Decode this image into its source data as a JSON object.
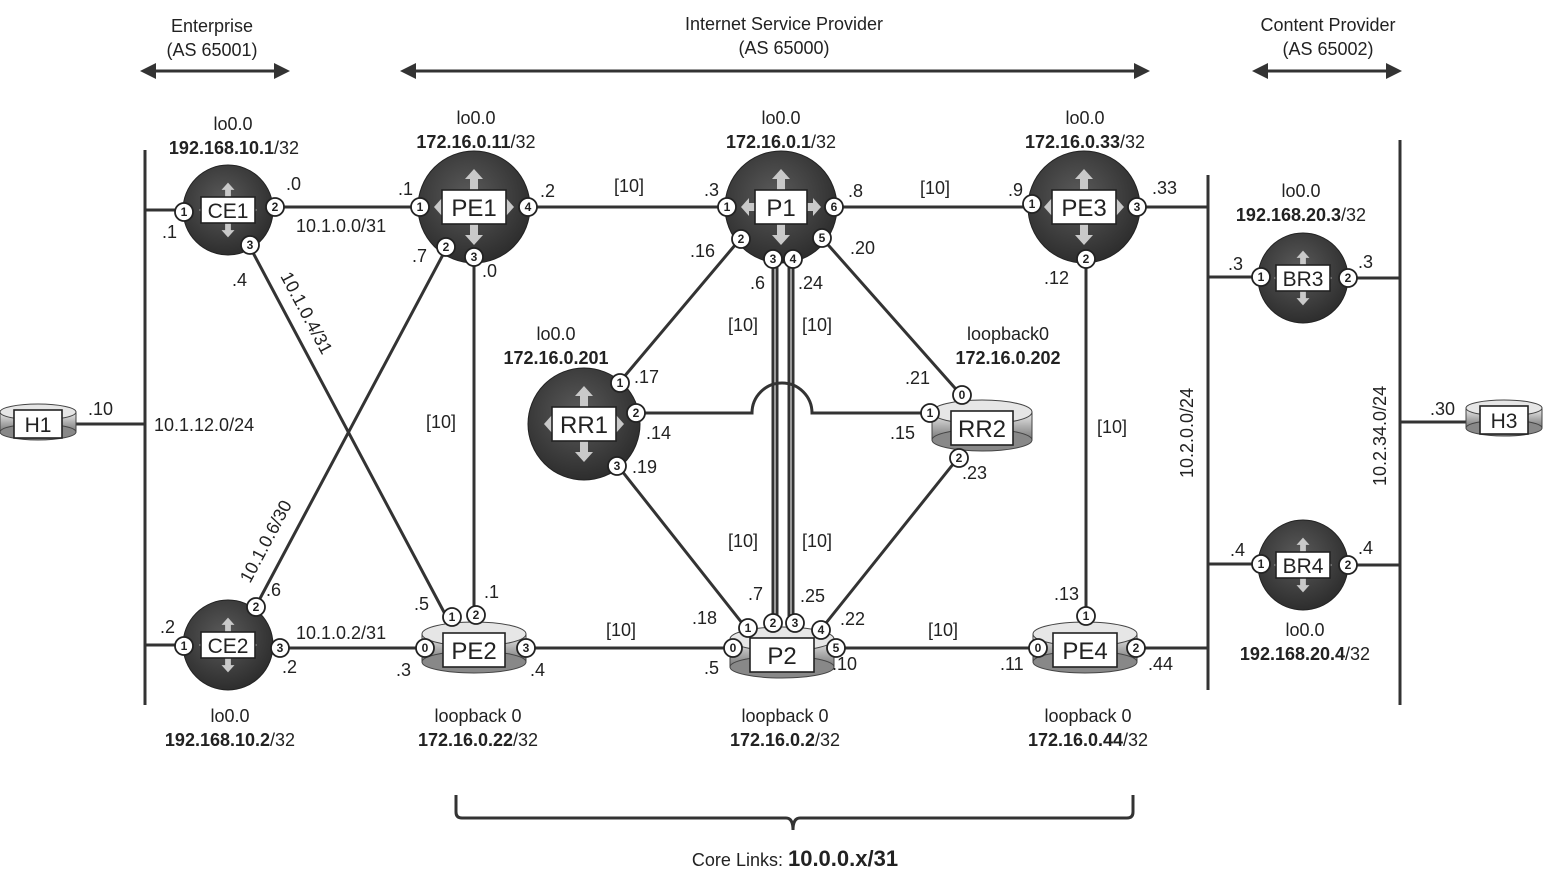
{
  "domains": {
    "enterprise": {
      "name": "Enterprise",
      "as": "(AS 65001)"
    },
    "isp": {
      "name": "Internet Service Provider",
      "as": "(AS 65000)"
    },
    "content": {
      "name": "Content Provider",
      "as": "(AS 65002)"
    }
  },
  "nodes": {
    "CE1": {
      "name": "CE1",
      "lo_pre": "lo0.0",
      "lo_ip": "192.168.10.1",
      "lo_mask": "/32"
    },
    "CE2": {
      "name": "CE2",
      "lo_pre": "lo0.0",
      "lo_ip": "192.168.10.2",
      "lo_mask": "/32"
    },
    "PE1": {
      "name": "PE1",
      "lo_pre": "lo0.0",
      "lo_ip": "172.16.0.11",
      "lo_mask": "/32"
    },
    "PE2": {
      "name": "PE2",
      "lo_pre": "loopback 0",
      "lo_ip": "172.16.0.22",
      "lo_mask": "/32"
    },
    "P1": {
      "name": "P1",
      "lo_pre": "lo0.0",
      "lo_ip": "172.16.0.1",
      "lo_mask": "/32"
    },
    "P2": {
      "name": "P2",
      "lo_pre": "loopback 0",
      "lo_ip": "172.16.0.2",
      "lo_mask": "/32"
    },
    "PE3": {
      "name": "PE3",
      "lo_pre": "lo0.0",
      "lo_ip": "172.16.0.33",
      "lo_mask": "/32"
    },
    "PE4": {
      "name": "PE4",
      "lo_pre": "loopback 0",
      "lo_ip": "172.16.0.44",
      "lo_mask": "/32"
    },
    "RR1": {
      "name": "RR1",
      "lo_pre": "lo0.0",
      "lo_ip": "172.16.0.201"
    },
    "RR2": {
      "name": "RR2",
      "lo_pre": "loopback0",
      "lo_ip": "172.16.0.202"
    },
    "BR3": {
      "name": "BR3",
      "lo_pre": "lo0.0",
      "lo_ip": "192.168.20.3",
      "lo_mask": "/32"
    },
    "BR4": {
      "name": "BR4",
      "lo_pre": "lo0.0",
      "lo_ip": "192.168.20.4",
      "lo_mask": "/32"
    },
    "H1": {
      "name": "H1"
    },
    "H3": {
      "name": "H3"
    }
  },
  "ports": {
    "ce1_1": "1",
    "ce1_2": "2",
    "ce1_3": "3",
    "ce2_1": "1",
    "ce2_2": "2",
    "ce2_3": "3",
    "pe1_1": "1",
    "pe1_2": "2",
    "pe1_3": "3",
    "pe1_4": "4",
    "pe2_0": "0",
    "pe2_1": "1",
    "pe2_2": "2",
    "pe2_3": "3",
    "p1_1": "1",
    "p1_2": "2",
    "p1_3": "3",
    "p1_4": "4",
    "p1_5": "5",
    "p1_6": "6",
    "p2_0": "0",
    "p2_1": "1",
    "p2_2": "2",
    "p2_3": "3",
    "p2_4": "4",
    "p2_5": "5",
    "pe3_1": "1",
    "pe3_2": "2",
    "pe3_3": "3",
    "pe4_0": "0",
    "pe4_1": "1",
    "pe4_2": "2",
    "rr1_1": "1",
    "rr1_2": "2",
    "rr1_3": "3",
    "rr2_0": "0",
    "rr2_1": "1",
    "rr2_2": "2",
    "br3_1": "1",
    "br3_2": "2",
    "br4_1": "1",
    "br4_2": "2"
  },
  "subnets": {
    "ce1_pe1": "10.1.0.0/31",
    "ce1_pe2": "10.1.0.4/31",
    "ce2_pe1": "10.1.0.6/30",
    "ce2_pe2": "10.1.0.2/31",
    "enterprise_lan": "10.1.12.0/24",
    "isp_cp_lan": "10.2.0.0/24",
    "cp_lan": "10.2.34.0/24"
  },
  "metrics": {
    "pe1_p1": "[10]",
    "p1_pe3": "[10]",
    "pe2_p2": "[10]",
    "p2_pe4": "[10]",
    "pe1_pe2": "[10]",
    "pe3_pe4": "[10]",
    "p1_p2_a_top": "[10]",
    "p1_p2_b_top": "[10]",
    "p1_p2_a_bot": "[10]",
    "p1_p2_b_bot": "[10]"
  },
  "addresses": {
    "ce1_0": ".0",
    "ce1_1": ".1",
    "ce1_4": ".4",
    "pe1_1": ".1",
    "pe1_7": ".7",
    "pe1_0": ".0",
    "pe1_2": ".2",
    "p1_3": ".3",
    "p1_16": ".16",
    "p1_6": ".6",
    "p1_24": ".24",
    "p1_8": ".8",
    "p1_20": ".20",
    "pe3_9": ".9",
    "pe3_33": ".33",
    "pe3_12": ".12",
    "rr1_17": ".17",
    "rr1_14": ".14",
    "rr1_19": ".19",
    "rr2_21": ".21",
    "rr2_15": ".15",
    "rr2_23": ".23",
    "h1_10": ".10",
    "h3_30": ".30",
    "ce2_2a": ".2",
    "ce2_6": ".6",
    "ce2_2b": ".2",
    "pe2_5": ".5",
    "pe2_1": ".1",
    "pe2_3": ".3",
    "pe2_4": ".4",
    "p2_18": ".18",
    "p2_7": ".7",
    "p2_25": ".25",
    "p2_22": ".22",
    "p2_5": ".5",
    "p2_10": ".10",
    "pe4_13": ".13",
    "pe4_11": ".11",
    "pe4_44": ".44",
    "br3_3a": ".3",
    "br3_3b": ".3",
    "br4_4a": ".4",
    "br4_4b": ".4"
  },
  "footer": {
    "prefix": "Core Links: ",
    "value": "10.0.0.x/31"
  }
}
